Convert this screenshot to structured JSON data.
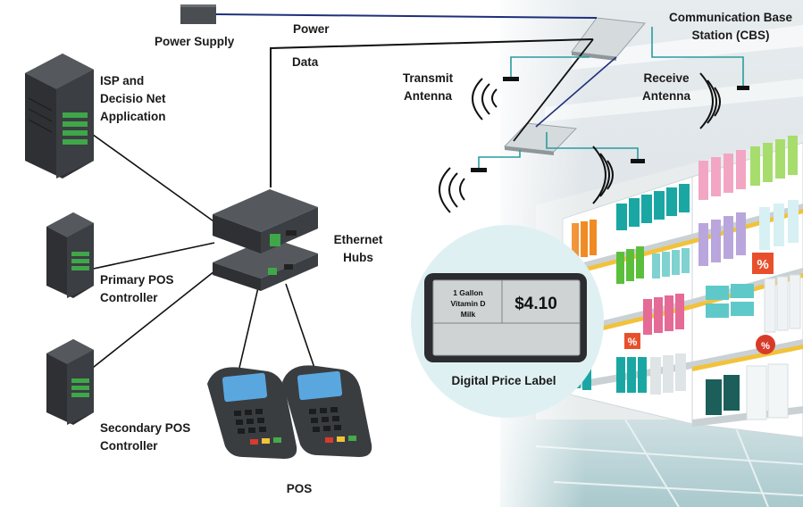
{
  "labels": {
    "power_supply": "Power Supply",
    "power": "Power",
    "data": "Data",
    "cbs_line1": "Communication Base",
    "cbs_line2": "Station (CBS)",
    "isp_line1": "ISP and",
    "isp_line2": "Decisio Net",
    "isp_line3": "Application",
    "transmit_line1": "Transmit",
    "transmit_line2": "Antenna",
    "receive_line1": "Receive",
    "receive_line2": "Antenna",
    "ethernet_line1": "Ethernet",
    "ethernet_line2": "Hubs",
    "primary_pos_line1": "Primary POS",
    "primary_pos_line2": "Controller",
    "secondary_pos_line1": "Secondary POS",
    "secondary_pos_line2": "Controller",
    "pos": "POS",
    "digital_price_label": "Digital Price Label"
  },
  "price_tag": {
    "product_line1": "1 Gallon",
    "product_line2": "Vitamin D",
    "product_line3": "Milk",
    "price": "$4.10"
  },
  "shelf_badges": [
    "%",
    "%",
    "%"
  ],
  "colors": {
    "power_line": "#1f2f7a",
    "data_line": "#111111",
    "antenna_link": "#2a9c9c",
    "callout_bg": "#dff0f3"
  }
}
